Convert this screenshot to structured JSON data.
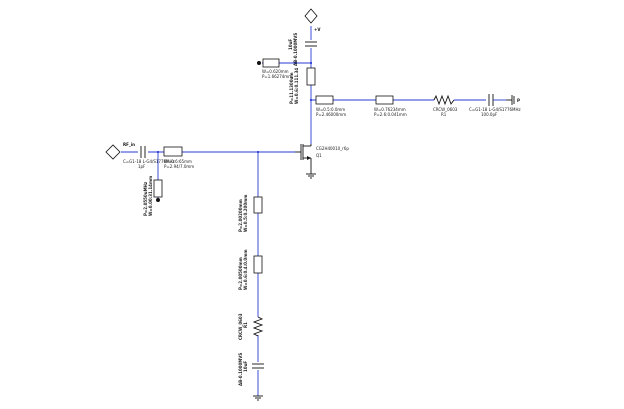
{
  "schematic": {
    "ports": {
      "input": "RF_in",
      "output": "P",
      "drain_supply": "+V"
    },
    "transistor": {
      "model": "CG2H40010_r6p",
      "ref": "Q1"
    },
    "input_section": {
      "dc_block": {
        "line1": "C=G1-18 L-G4/S1776MHz",
        "line2": "1pF"
      },
      "series_line": {
        "w": "W=0.6:65mm",
        "p": "P=2.94/7.0mm"
      },
      "shunt_stub": {
        "line1": "P=2.0550uMHz",
        "line2": "W=0.00:31.14mm"
      }
    },
    "gate_bias": {
      "line1": {
        "line1": "P=2.00200mm",
        "line2": "W=0.5:0.200mm"
      },
      "line2": {
        "line1": "P=2.00500mm",
        "line2": "W=0.6:0.4:0.0mm"
      },
      "resistor": {
        "line1": "CRCW_0603",
        "line2": "R1"
      },
      "capacitor": {
        "line1": "AB-0.1000MVS",
        "line2": "10uF"
      }
    },
    "drain_bias": {
      "stub": {
        "w": "W=0.620mm",
        "p": "P=1.66274mm"
      },
      "series_line": {
        "line1": "P=11.1300um",
        "line2": "W=0.6:0.111.34"
      },
      "bypass_cap": {
        "line1": "10uF",
        "line2": "AB-0.1000MVS"
      }
    },
    "output_section": {
      "line1": {
        "w": "W=0.5:0.0mm",
        "p": "P=2.46000mm"
      },
      "line2": {
        "w": "W=0.76234mm",
        "p": "P=2.6:0.041mm"
      },
      "resistor": {
        "line1": "CRCW_0603",
        "line2": "R1"
      },
      "dc_block": {
        "line1": "C=G1-18 L-G4/S1776MHz",
        "line2": "100.0pF"
      }
    }
  }
}
